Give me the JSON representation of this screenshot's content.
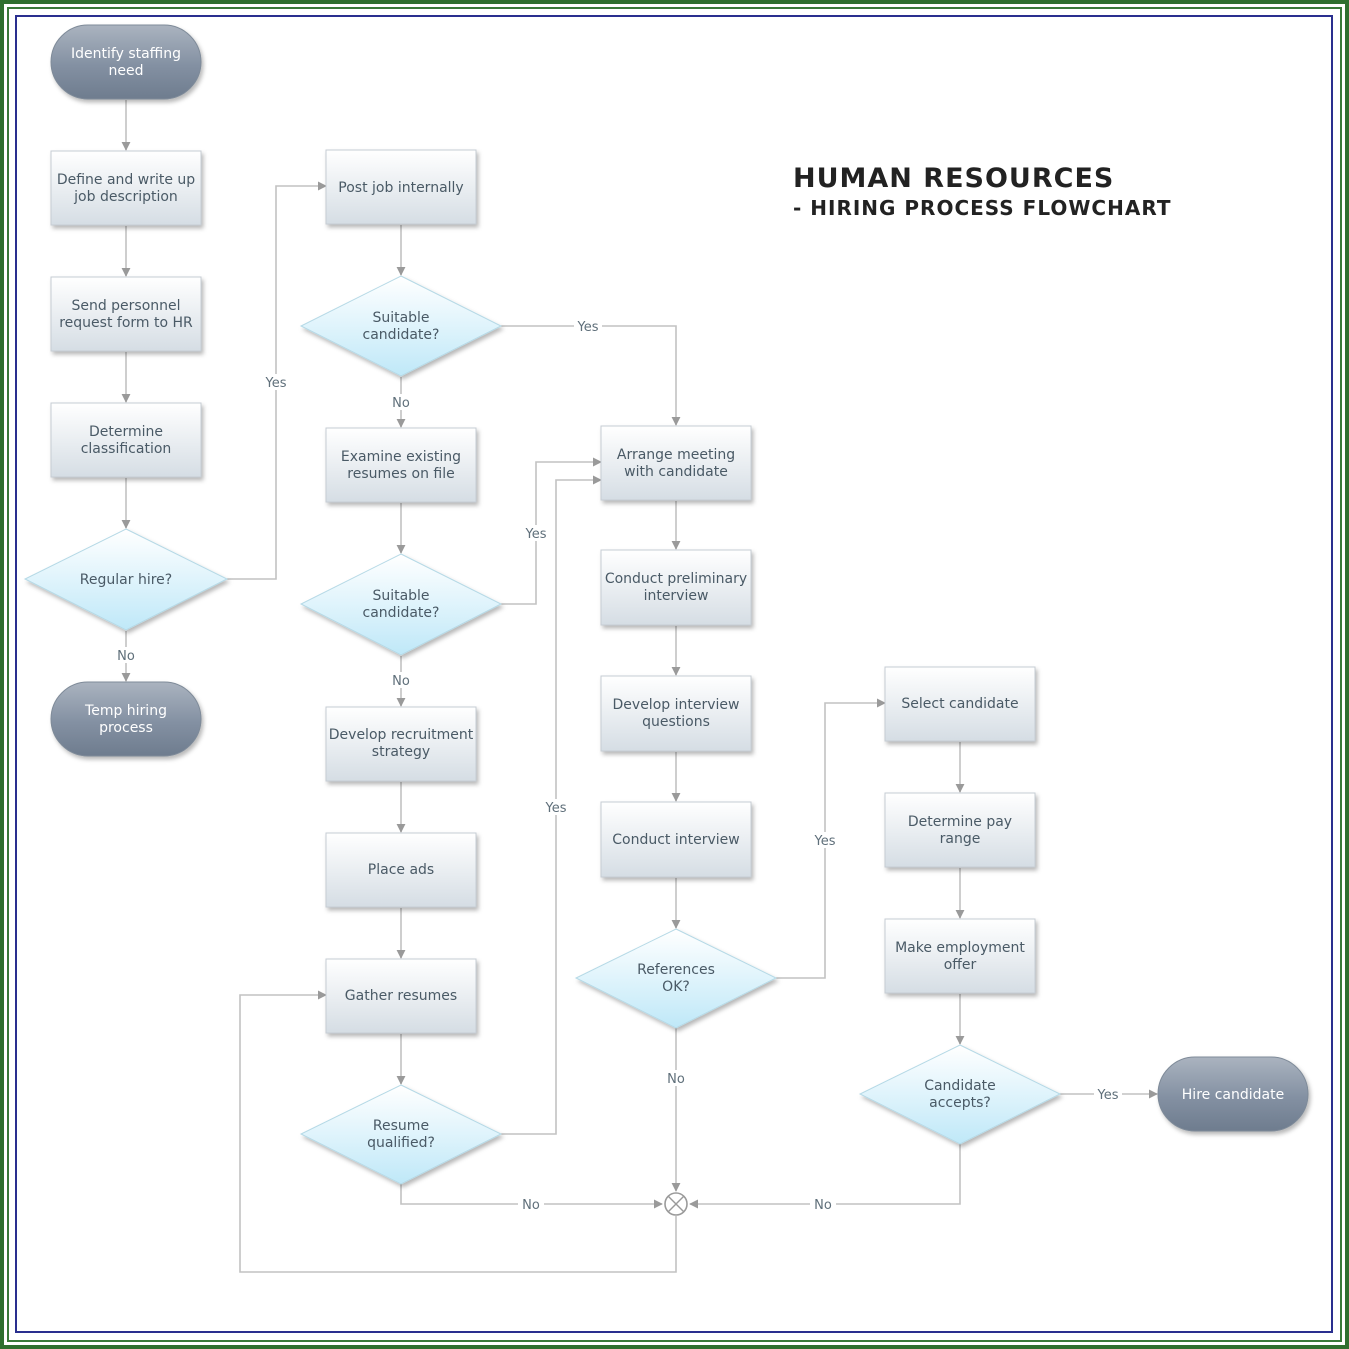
{
  "title": {
    "line1": "HUMAN RESOURCES",
    "line2": "- HIRING PROCESS FLOWCHART"
  },
  "colors": {
    "frame_outer": "#2f6f2f",
    "frame_inner": "#2a2f8f",
    "terminal_top": "#aab3bf",
    "terminal_bottom": "#6e7c8e",
    "process_top": "#ffffff",
    "process_bottom": "#d5dde4",
    "decision_top": "#ffffff",
    "decision_bottom": "#bfe8f8",
    "connector": "#c2c2c2",
    "arrow": "#9a9a9a"
  },
  "nodes": {
    "identify_need": {
      "line1": "Identify staffing",
      "line2": "need"
    },
    "define_job": {
      "line1": "Define and write up",
      "line2": "job description"
    },
    "send_form": {
      "line1": "Send personnel",
      "line2": "request form to HR"
    },
    "determine_class": {
      "line1": "Determine",
      "line2": "classification"
    },
    "regular_hire": {
      "line1": "Regular hire?"
    },
    "temp_hiring": {
      "line1": "Temp hiring",
      "line2": "process"
    },
    "post_internally": {
      "line1": "Post job internally"
    },
    "suitable_1": {
      "line1": "Suitable",
      "line2": "candidate?"
    },
    "examine_resumes": {
      "line1": "Examine existing",
      "line2": "resumes on file"
    },
    "suitable_2": {
      "line1": "Suitable",
      "line2": "candidate?"
    },
    "develop_strategy": {
      "line1": "Develop recruitment",
      "line2": "strategy"
    },
    "place_ads": {
      "line1": "Place ads"
    },
    "gather_resumes": {
      "line1": "Gather resumes"
    },
    "resume_qualified": {
      "line1": "Resume",
      "line2": "qualified?"
    },
    "arrange_meeting": {
      "line1": "Arrange meeting",
      "line2": "with candidate"
    },
    "preliminary": {
      "line1": "Conduct preliminary",
      "line2": "interview"
    },
    "develop_questions": {
      "line1": "Develop interview",
      "line2": "questions"
    },
    "conduct_interview": {
      "line1": "Conduct interview"
    },
    "references_ok": {
      "line1": "References",
      "line2": "OK?"
    },
    "select_candidate": {
      "line1": "Select candidate"
    },
    "pay_range": {
      "line1": "Determine pay",
      "line2": "range"
    },
    "make_offer": {
      "line1": "Make employment",
      "line2": "offer"
    },
    "candidate_accepts": {
      "line1": "Candidate",
      "line2": "accepts?"
    },
    "hire_candidate": {
      "line1": "Hire candidate"
    }
  },
  "edge_labels": {
    "regular_yes": "Yes",
    "regular_no": "No",
    "suitable1_yes": "Yes",
    "suitable1_no": "No",
    "suitable2_yes": "Yes",
    "suitable2_no": "No",
    "resume_yes": "Yes",
    "resume_no": "No",
    "references_yes": "Yes",
    "references_no": "No",
    "accepts_yes": "Yes",
    "accepts_no": "No"
  }
}
